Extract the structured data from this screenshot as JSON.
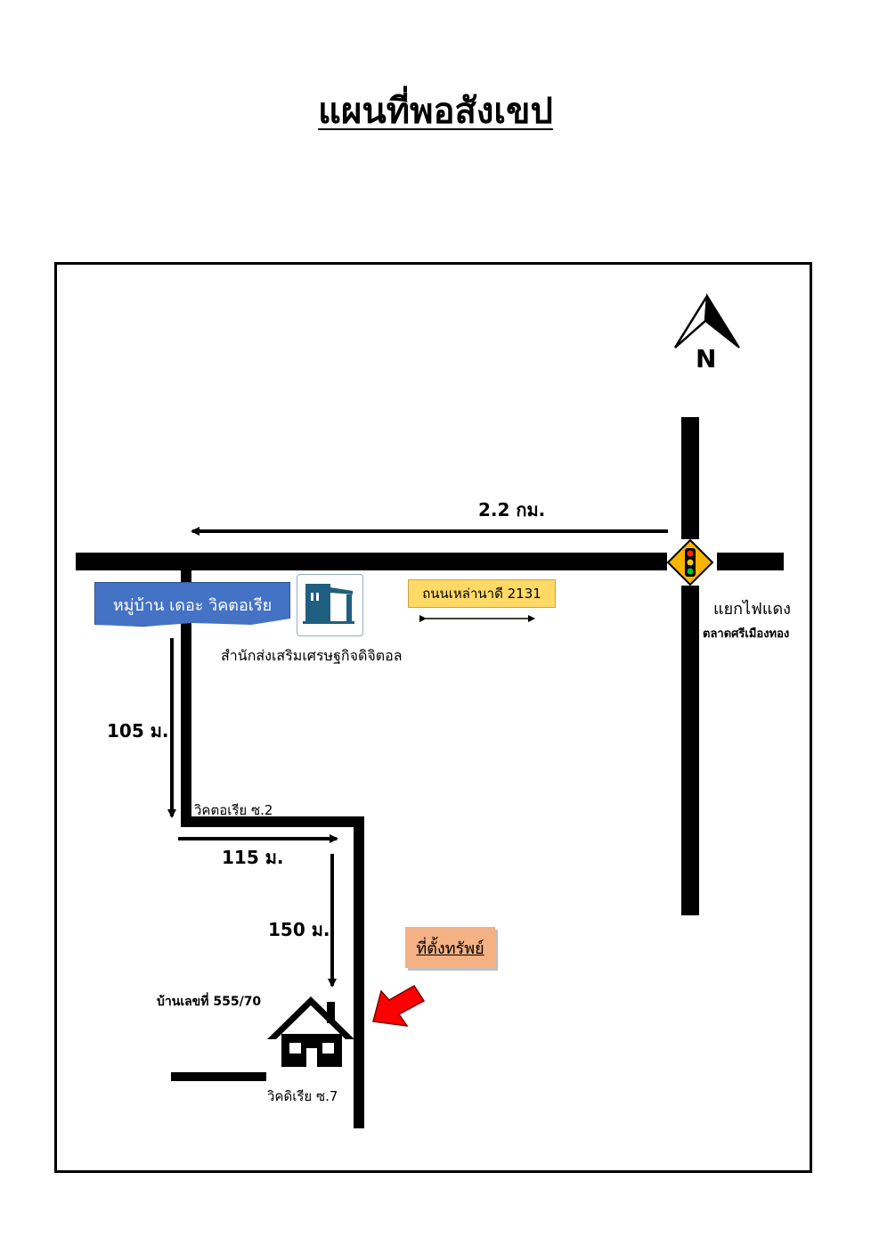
{
  "title": "แผนที่พอสังเขป",
  "compass_label": "N",
  "distances": {
    "main_road": "2.2 กม.",
    "first_leg": "105 ม.",
    "second_leg": "115 ม.",
    "third_leg": "150 ม."
  },
  "village_banner": "หมู่บ้าน เดอะ วิคตอเรีย",
  "office_label": "สำนักส่งเสริมเศรษฐกิจดิจิตอล",
  "road_name": "ถนนเหล่านาดี 2131",
  "intersection": {
    "name": "แยกไฟแดง",
    "market": "ตลาดศรีเมืองทอง"
  },
  "soi_2": "วิคตอเรีย ซ.2",
  "soi_7": "วิคดิเรีย ซ.7",
  "house_number": "บ้านเลขที่ 555/70",
  "property_label": "ที่ตั้งทรัพย์",
  "colors": {
    "banner": "#4472c4",
    "road_sign": "#ffd966",
    "property_box": "#f4b183",
    "pointer_arrow": "#ff0000",
    "traffic_sign": "#f7b500"
  }
}
